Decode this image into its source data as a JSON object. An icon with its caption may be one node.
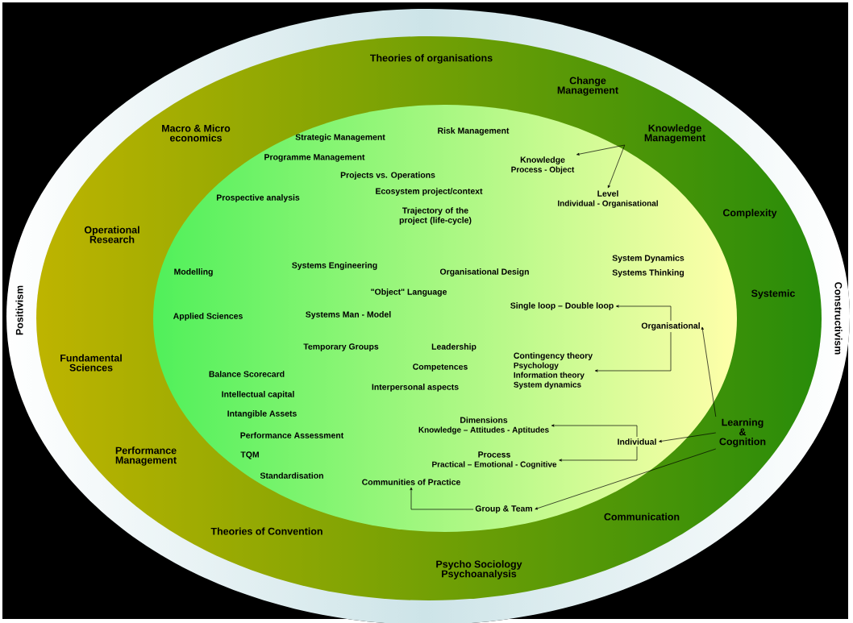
{
  "diagram": {
    "nodes": [
      {
        "text": [
          "Knowledge Management"
        ]
      },
      {
        "text": [
          "Knowledge",
          "Process - Object"
        ]
      },
      {
        "text": [
          "Level",
          "Individual - Organisational"
        ]
      },
      {
        "text": [
          "Single loop – Double loop"
        ]
      },
      {
        "text": [
          "Organisational"
        ]
      },
      {
        "text": [
          "Contingency theory",
          "Psychology",
          "Information theory",
          "System dynamics"
        ]
      },
      {
        "text": [
          "Learning & Cognition"
        ]
      },
      {
        "text": [
          "Individual"
        ]
      },
      {
        "text": [
          "Dimensions",
          "Knowledge – Attitudes - Aptitudes"
        ]
      },
      {
        "text": [
          "Process",
          "Practical – Emotional - Cognitive"
        ]
      },
      {
        "text": [
          "Group & Team"
        ]
      },
      {
        "text": [
          "Communities of Practice"
        ]
      }
    ],
    "edges": [
      {
        "from": 0,
        "to": 1,
        "arrow": "to"
      },
      {
        "from": 0,
        "to": 2,
        "arrow": "to"
      },
      {
        "from": 4,
        "to": 3,
        "arrow": "to"
      },
      {
        "from": 4,
        "to": 5,
        "arrow": "to"
      },
      {
        "from": 6,
        "to": 4,
        "arrow": "to"
      },
      {
        "from": 6,
        "to": 7,
        "arrow": "to"
      },
      {
        "from": 6,
        "to": 10,
        "arrow": "to"
      },
      {
        "from": 7,
        "to": 8,
        "arrow": "to"
      },
      {
        "from": 7,
        "to": 9,
        "arrow": "to"
      },
      {
        "from": 10,
        "to": 11,
        "arrow": "to"
      }
    ],
    "labels": [
      "Theories of organisations",
      "Change Management",
      "Macro & Micro economics",
      "Strategic Management",
      "Risk Management",
      "Programme Management",
      "Projects vs. Operations",
      "Ecosystem project/context",
      "Prospective analysis",
      "Trajectory of the project (life-cycle)",
      "Complexity",
      "Operational Research",
      "Modelling",
      "Systems Engineering",
      "Organisational Design",
      "System Dynamics",
      "Systems Thinking",
      "Positivism",
      "Constructivism",
      "\"Object\" Language",
      "Systemic",
      "Applied Sciences",
      "Systems Man - Model",
      "Fundamental Sciences",
      "Temporary Groups",
      "Leadership",
      "Competences",
      "Balance Scorecard",
      "Interpersonal aspects",
      "Intellectual capital",
      "Intangible Assets",
      "Performance Assessment",
      "Performance Management",
      "TQM",
      "Standardisation",
      "Communication",
      "Theories of Convention",
      "Psycho Sociology Psychoanalysis"
    ]
  }
}
